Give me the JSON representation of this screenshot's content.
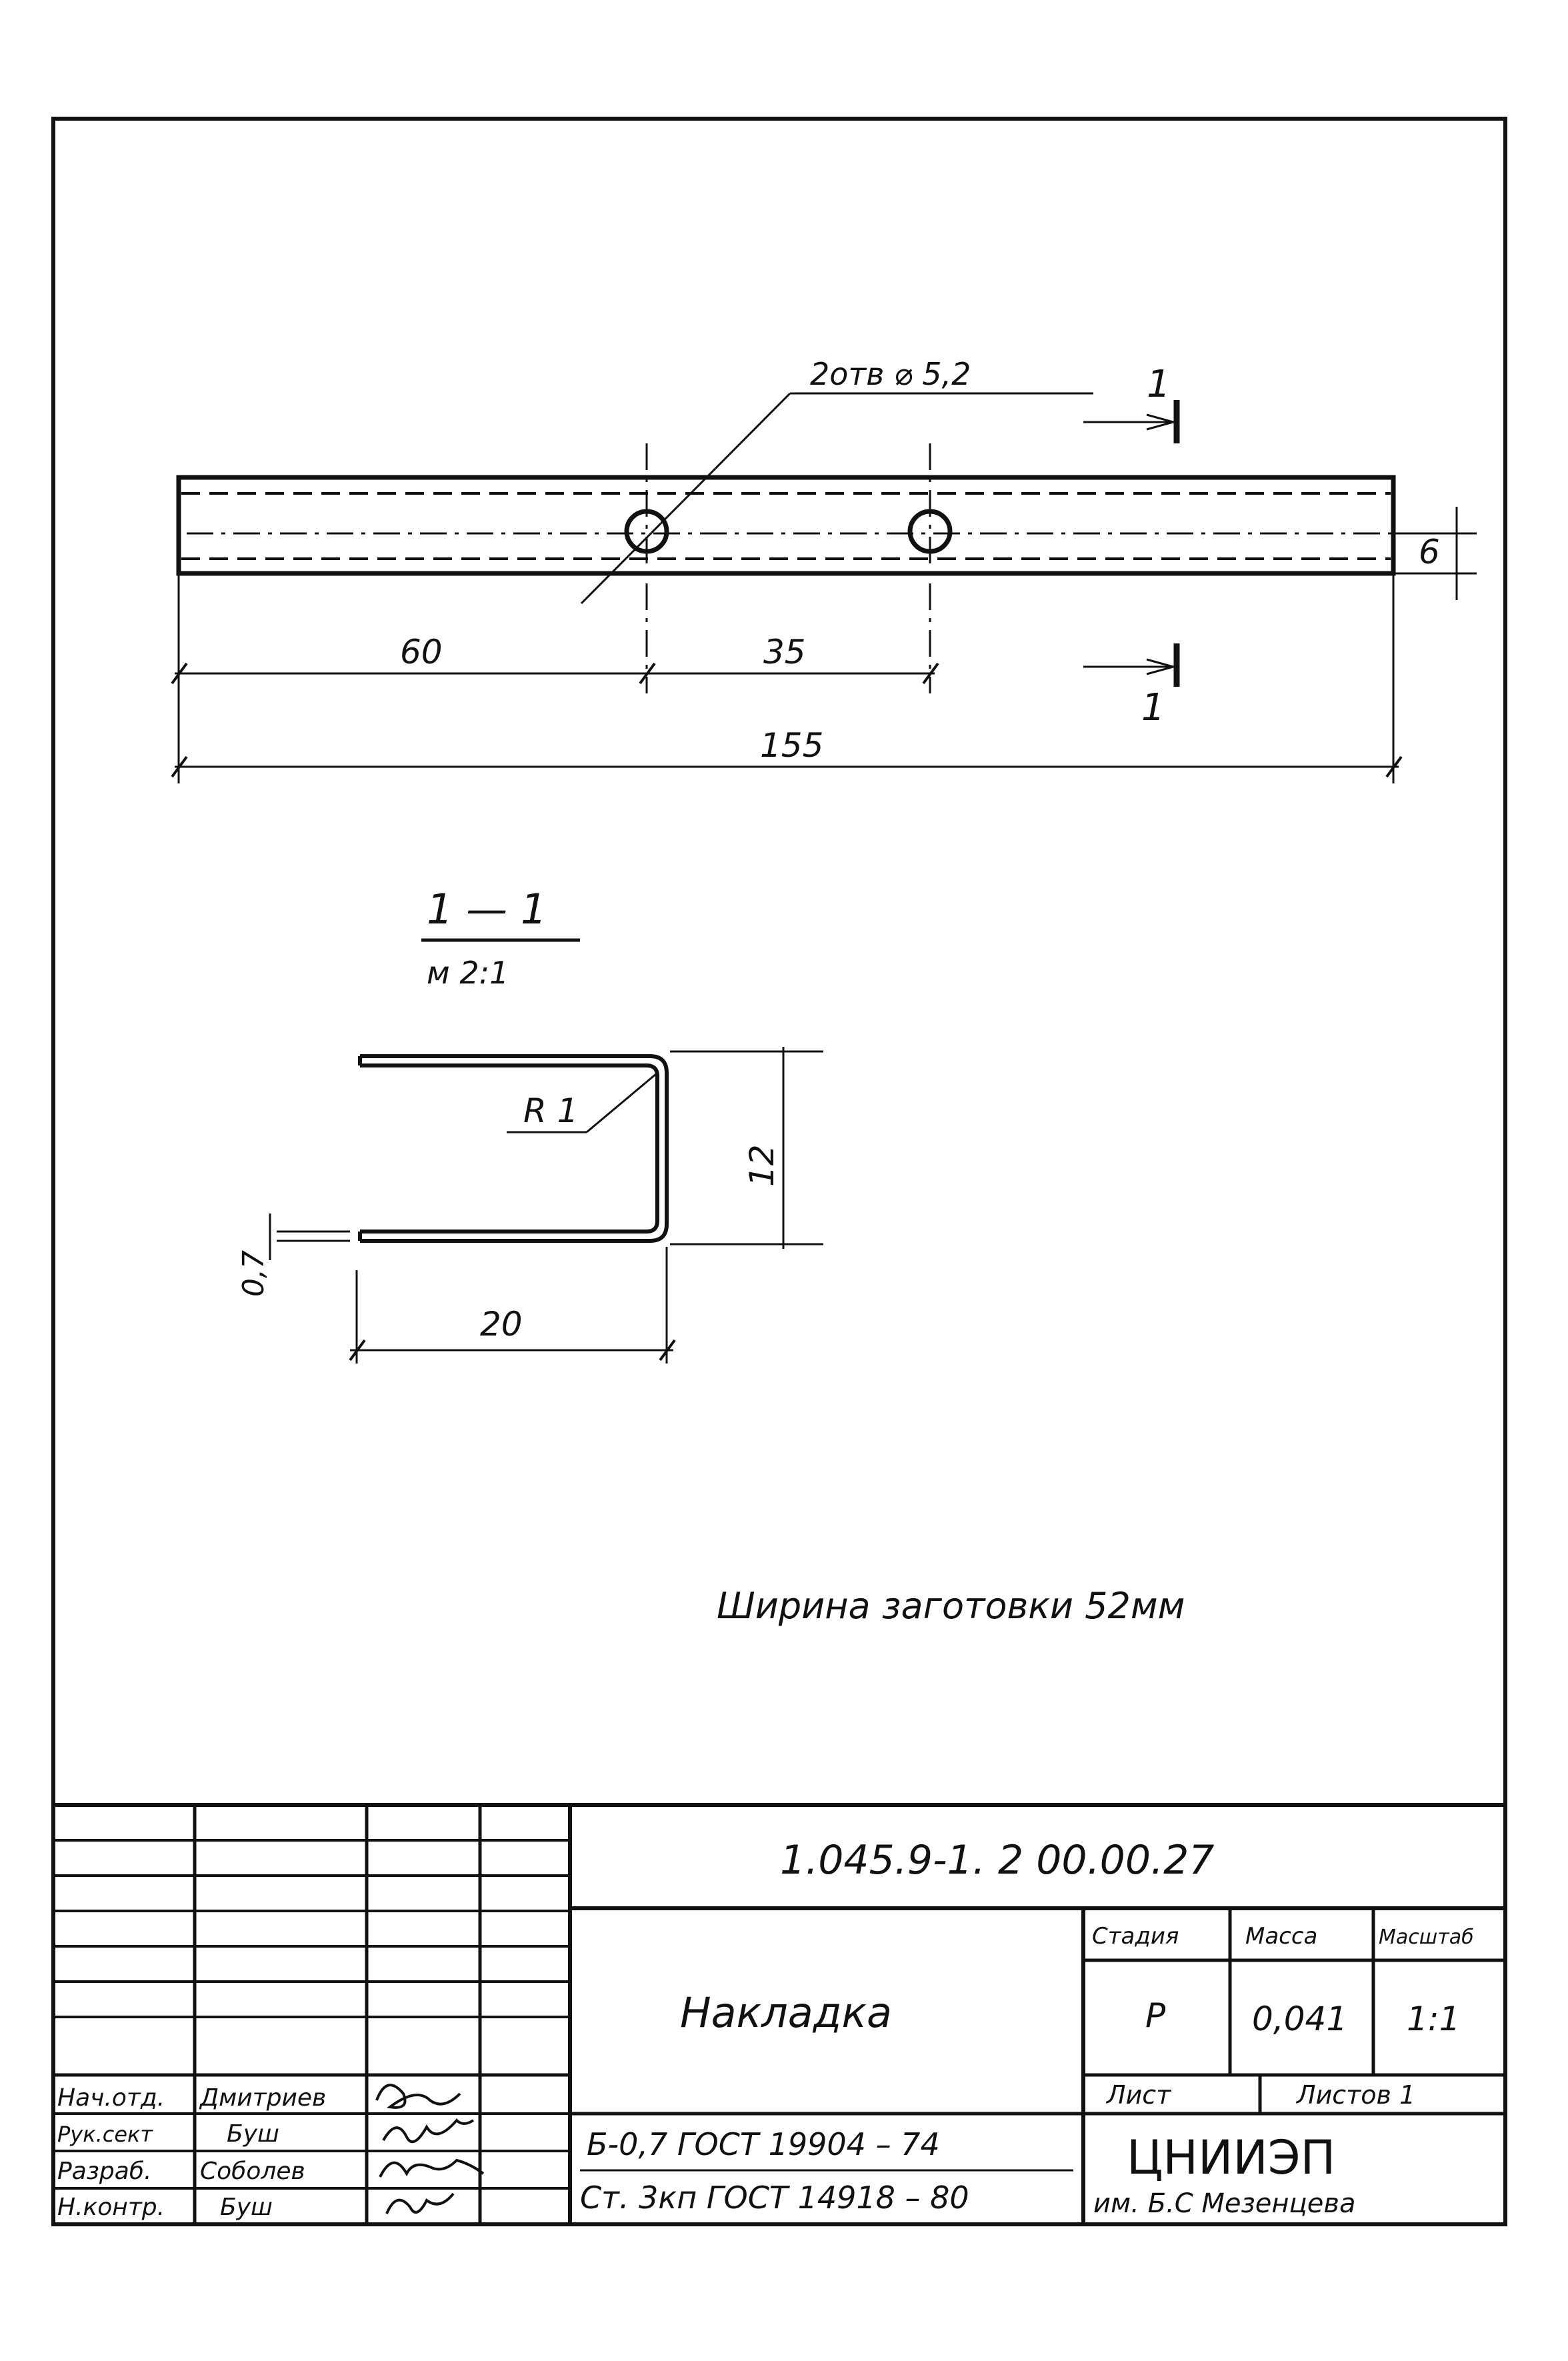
{
  "drawing": {
    "callout_holes": "2отв ⌀ 5,2",
    "section_mark_top": "1",
    "section_mark_bottom": "1",
    "dim_height": "6",
    "dim_left": "60",
    "dim_mid": "35",
    "dim_total": "155",
    "section_title": "1 — 1",
    "section_scale": "м 2:1",
    "dim_radius": "R 1",
    "dim_section_height": "12",
    "dim_thickness": "0,7",
    "dim_section_width": "20",
    "note": "Ширина заготовки 52мм"
  },
  "title_block": {
    "doc_number": "1.045.9-1. 2 00.00.27",
    "part_name": "Накладка",
    "material_line1": "Б-0,7 ГОСТ 19904 – 74",
    "material_line2": "Ст. 3кп ГОСТ 14918 – 80",
    "col_stage": "Стадия",
    "col_mass": "Масса",
    "col_scale": "Масштаб",
    "stage": "Р",
    "mass": "0,041",
    "scale": "1:1",
    "sheet_label": "Лист",
    "sheets_label": "Листов 1",
    "org_name": "ЦНИИЭП",
    "org_sub": "им. Б.С Мезенцева",
    "signatures": [
      {
        "role": "Нач.отд.",
        "name": "Дмитриев"
      },
      {
        "role": "Рук.сект",
        "name": "Буш"
      },
      {
        "role": "Разраб.",
        "name": "Соболев"
      },
      {
        "role": "Н.контр.",
        "name": "Буш"
      }
    ]
  }
}
